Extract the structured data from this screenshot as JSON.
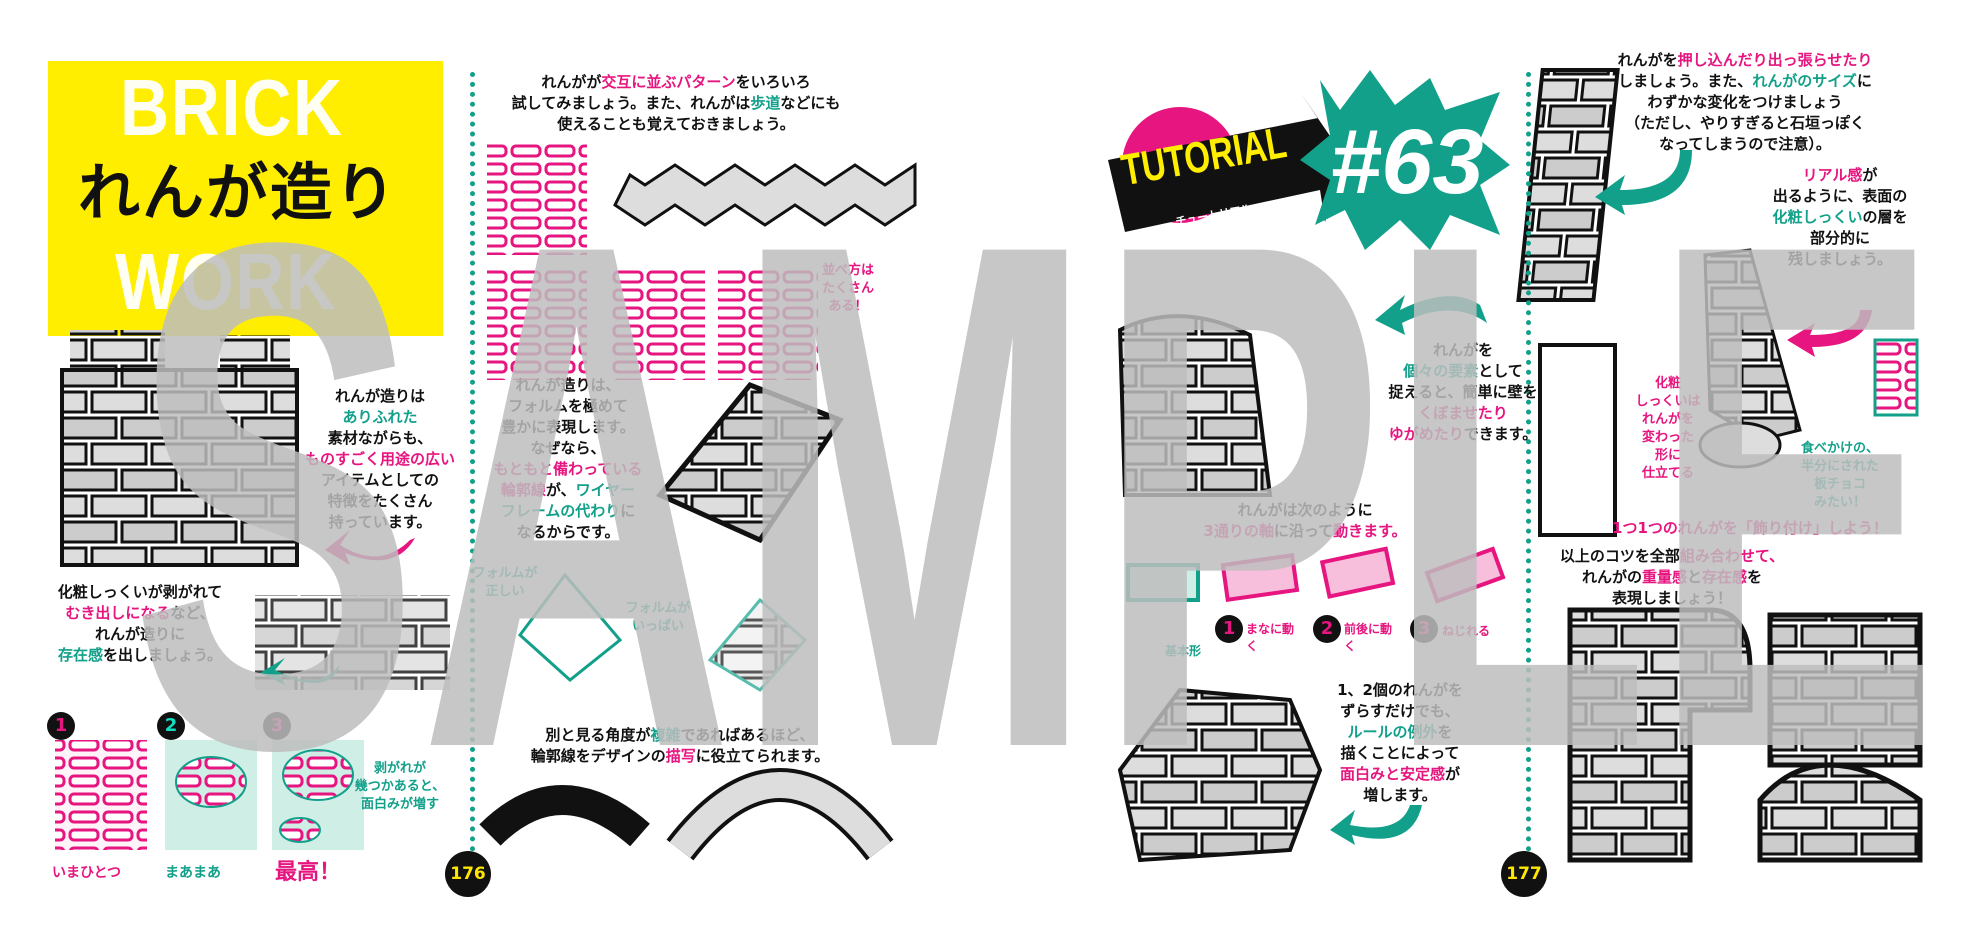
{
  "watermark": "SAMPLE",
  "colors": {
    "pink": "#e6157f",
    "green": "#12a08a",
    "yellow": "#ffee00",
    "watermark": "#bdbdbd"
  },
  "left_page": {
    "title_en_1": "BRICK",
    "title_en_2": "WORK",
    "title_jp": "れんが造り",
    "page_number": "176",
    "steps": [
      {
        "num": "1",
        "caption": "いまひとつ"
      },
      {
        "num": "2",
        "caption": "まあまあ"
      },
      {
        "num": "3",
        "caption": "最高！"
      }
    ]
  },
  "right_page": {
    "badge": "TUTORIAL",
    "badge_sub": "チュートリアル",
    "number": "#63",
    "page_number": "177",
    "axis_labels": [
      {
        "num": "",
        "text": "基本形"
      },
      {
        "num": "1",
        "text": "まなに動く"
      },
      {
        "num": "2",
        "text": "前後に動く"
      },
      {
        "num": "3",
        "text": "ねじれる"
      }
    ]
  },
  "blocks": [
    {
      "id": "intro-patterns",
      "lines": [
        [
          [
            "れんがが",
            ""
          ],
          [
            "交互に並ぶパターン",
            "pink"
          ],
          [
            "をいろいろ",
            ""
          ]
        ],
        [
          [
            "試してみましょう。また、れんがは",
            ""
          ],
          [
            "歩道",
            "green"
          ],
          [
            "などにも",
            ""
          ]
        ],
        [
          [
            "使えることも覚えておきましょう。",
            ""
          ]
        ]
      ]
    },
    {
      "id": "brickwork-common",
      "lines": [
        [
          [
            "れんが造りは",
            ""
          ]
        ],
        [
          [
            "ありふれた",
            "green"
          ]
        ],
        [
          [
            "素材ながらも、",
            ""
          ]
        ],
        [
          [
            "ものすごく用途の広い",
            "pink"
          ]
        ],
        [
          [
            "アイテムとしての",
            ""
          ]
        ],
        [
          [
            "特徴をたくさん",
            ""
          ]
        ],
        [
          [
            "持っています。",
            ""
          ]
        ]
      ]
    },
    {
      "id": "plaster-exposed",
      "lines": [
        [
          [
            "化粧しっくいが剥がれて",
            ""
          ]
        ],
        [
          [
            "むき出しになる",
            "pink"
          ],
          [
            "など、",
            ""
          ]
        ],
        [
          [
            "れんが造りに",
            ""
          ]
        ],
        [
          [
            "存在感",
            "green"
          ],
          [
            "を出しましょう。",
            ""
          ]
        ]
      ]
    },
    {
      "id": "form-expression",
      "lines": [
        [
          [
            "れんが造りは、",
            ""
          ]
        ],
        [
          [
            "フォルムを極めて",
            ""
          ]
        ],
        [
          [
            "豊かに表現します。",
            ""
          ]
        ],
        [
          [
            "なぜなら、",
            ""
          ]
        ],
        [
          [
            "もともと備わっている",
            "pink"
          ]
        ],
        [
          [
            "輪郭線",
            "pink"
          ],
          [
            "が、",
            ""
          ],
          [
            "ワイヤー",
            "green"
          ]
        ],
        [
          [
            "フレームの代わり",
            "green"
          ],
          [
            "に",
            ""
          ]
        ],
        [
          [
            "なるからです。",
            ""
          ]
        ]
      ]
    },
    {
      "id": "patterns-many",
      "lines": [
        [
          [
            "並べ方は",
            "pink"
          ]
        ],
        [
          [
            "たくさん",
            "pink"
          ]
        ],
        [
          [
            "ある！",
            "pink"
          ]
        ]
      ]
    },
    {
      "id": "form-correct",
      "lines": [
        [
          [
            "フォルムが",
            "green"
          ]
        ],
        [
          [
            "正しい",
            "green"
          ]
        ]
      ]
    },
    {
      "id": "form-full",
      "lines": [
        [
          [
            "フォルムが",
            "green"
          ]
        ],
        [
          [
            "いっぱい",
            "green"
          ]
        ]
      ]
    },
    {
      "id": "peeling-note",
      "lines": [
        [
          [
            "剥がれが",
            "green"
          ]
        ],
        [
          [
            "幾つかあると、",
            "green"
          ]
        ],
        [
          [
            "面白みが増す",
            "green"
          ]
        ]
      ]
    },
    {
      "id": "angle-note",
      "lines": [
        [
          [
            "別と見る角度が",
            ""
          ],
          [
            "複雑",
            "green"
          ],
          [
            "であればあるほど、",
            ""
          ]
        ],
        [
          [
            "輪郭線をデザインの",
            ""
          ],
          [
            "描写",
            "pink"
          ],
          [
            "に役立てられます。",
            ""
          ]
        ]
      ]
    },
    {
      "id": "individual-elements",
      "lines": [
        [
          [
            "れんがを",
            ""
          ]
        ],
        [
          [
            "個々の要素",
            "green"
          ],
          [
            "として",
            ""
          ]
        ],
        [
          [
            "捉えると、簡単に壁を",
            ""
          ]
        ],
        [
          [
            "くぼませたり",
            "pink"
          ]
        ],
        [
          [
            "ゆがめたり",
            "pink"
          ],
          [
            "できます。",
            ""
          ]
        ]
      ]
    },
    {
      "id": "three-axes",
      "lines": [
        [
          [
            "れんがは次のように",
            ""
          ]
        ],
        [
          [
            "3通りの軸",
            "pink"
          ],
          [
            "に沿って",
            ""
          ],
          [
            "動きます。",
            "pink"
          ]
        ]
      ]
    },
    {
      "id": "shift-bricks",
      "lines": [
        [
          [
            "1、2個のれんがを",
            ""
          ]
        ],
        [
          [
            "ずらすだけでも、",
            ""
          ]
        ],
        [
          [
            "ルールの例外",
            "green"
          ],
          [
            "を",
            ""
          ]
        ],
        [
          [
            "描くことによって",
            ""
          ]
        ],
        [
          [
            "面白みと安定感",
            "pink"
          ],
          [
            "が",
            ""
          ]
        ],
        [
          [
            "増します。",
            ""
          ]
        ]
      ]
    },
    {
      "id": "push-pull",
      "lines": [
        [
          [
            "れんがを",
            ""
          ],
          [
            "押し込んだり出っ張らせたり",
            "pink"
          ]
        ],
        [
          [
            "しましょう。また、",
            ""
          ],
          [
            "れんがのサイズ",
            "green"
          ],
          [
            "に",
            ""
          ]
        ],
        [
          [
            "わずかな変化をつけましょう",
            ""
          ]
        ],
        [
          [
            "（ただし、やりすぎると石垣っぽく",
            ""
          ]
        ],
        [
          [
            "なってしまうので注意）。",
            ""
          ]
        ]
      ]
    },
    {
      "id": "realism",
      "lines": [
        [
          [
            "リアル感",
            "pink"
          ],
          [
            "が",
            ""
          ]
        ],
        [
          [
            "出るように、表面の",
            ""
          ]
        ],
        [
          [
            "化粧しっくい",
            "green"
          ],
          [
            "の層を",
            ""
          ]
        ],
        [
          [
            "部分的に",
            ""
          ]
        ],
        [
          [
            "残しましょう。",
            ""
          ]
        ]
      ]
    },
    {
      "id": "plaster-shape",
      "lines": [
        [
          [
            "化粧",
            "pink"
          ]
        ],
        [
          [
            "しっくいは",
            "pink"
          ]
        ],
        [
          [
            "れんがを",
            "pink"
          ]
        ],
        [
          [
            "変わった",
            "pink"
          ]
        ],
        [
          [
            "形に",
            "pink"
          ]
        ],
        [
          [
            "仕立てる",
            "pink"
          ]
        ]
      ]
    },
    {
      "id": "chocolate",
      "lines": [
        [
          [
            "食べかけの、",
            "green"
          ]
        ],
        [
          [
            "半分にされた",
            "green"
          ]
        ],
        [
          [
            "板チョコ",
            "green"
          ]
        ],
        [
          [
            "みたい！",
            "green"
          ]
        ]
      ]
    },
    {
      "id": "decorate",
      "lines": [
        [
          [
            "1つ1つのれんがを「飾り付け」しよう！",
            "pink"
          ]
        ]
      ]
    },
    {
      "id": "combine-all",
      "lines": [
        [
          [
            "以上のコツを全部",
            ""
          ],
          [
            "組み合わせて、",
            "pink"
          ]
        ],
        [
          [
            "れんがの",
            ""
          ],
          [
            "重量感",
            "pink"
          ],
          [
            "と",
            ""
          ],
          [
            "存在感",
            "pink"
          ],
          [
            "を",
            ""
          ]
        ],
        [
          [
            "表現しましょう！",
            ""
          ]
        ]
      ]
    }
  ]
}
